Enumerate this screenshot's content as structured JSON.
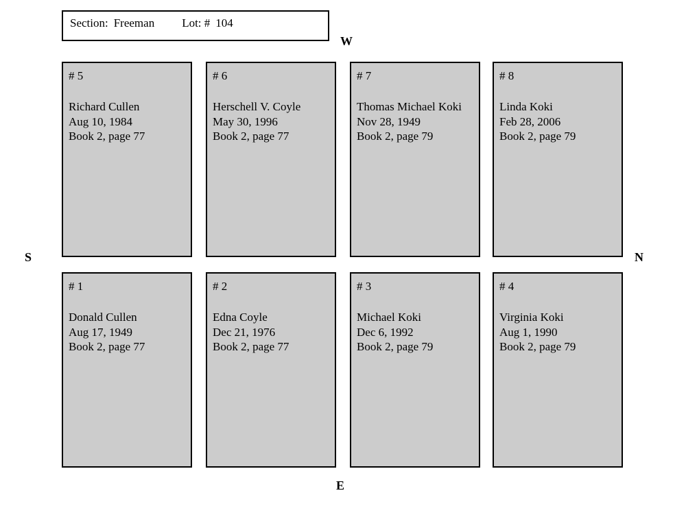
{
  "header": {
    "section_label": "Section:",
    "section_value": "Freeman",
    "lot_label": "Lot: #",
    "lot_value": "104"
  },
  "compass": {
    "west": "W",
    "south": "S",
    "north": "N",
    "east": "E"
  },
  "plots": [
    {
      "number": "# 5",
      "name": "Richard Cullen",
      "date": "Aug 10, 1984",
      "book": "Book 2, page 77"
    },
    {
      "number": "# 6",
      "name": "Herschell V. Coyle",
      "date": "May 30, 1996",
      "book": "Book 2, page 77"
    },
    {
      "number": "# 7",
      "name": "Thomas Michael Koki",
      "date": "Nov 28, 1949",
      "book": "Book 2, page 79"
    },
    {
      "number": "# 8",
      "name": "Linda Koki",
      "date": "Feb 28, 2006",
      "book": "Book 2, page 79"
    },
    {
      "number": "# 1",
      "name": "Donald Cullen",
      "date": "Aug 17, 1949",
      "book": "Book 2, page 77"
    },
    {
      "number": "# 2",
      "name": "Edna Coyle",
      "date": "Dec 21, 1976",
      "book": "Book 2, page 77"
    },
    {
      "number": "# 3",
      "name": "Michael Koki",
      "date": "Dec 6, 1992",
      "book": "Book 2, page 79"
    },
    {
      "number": "# 4",
      "name": "Virginia Koki",
      "date": "Aug 1, 1990",
      "book": "Book 2, page 79"
    }
  ]
}
